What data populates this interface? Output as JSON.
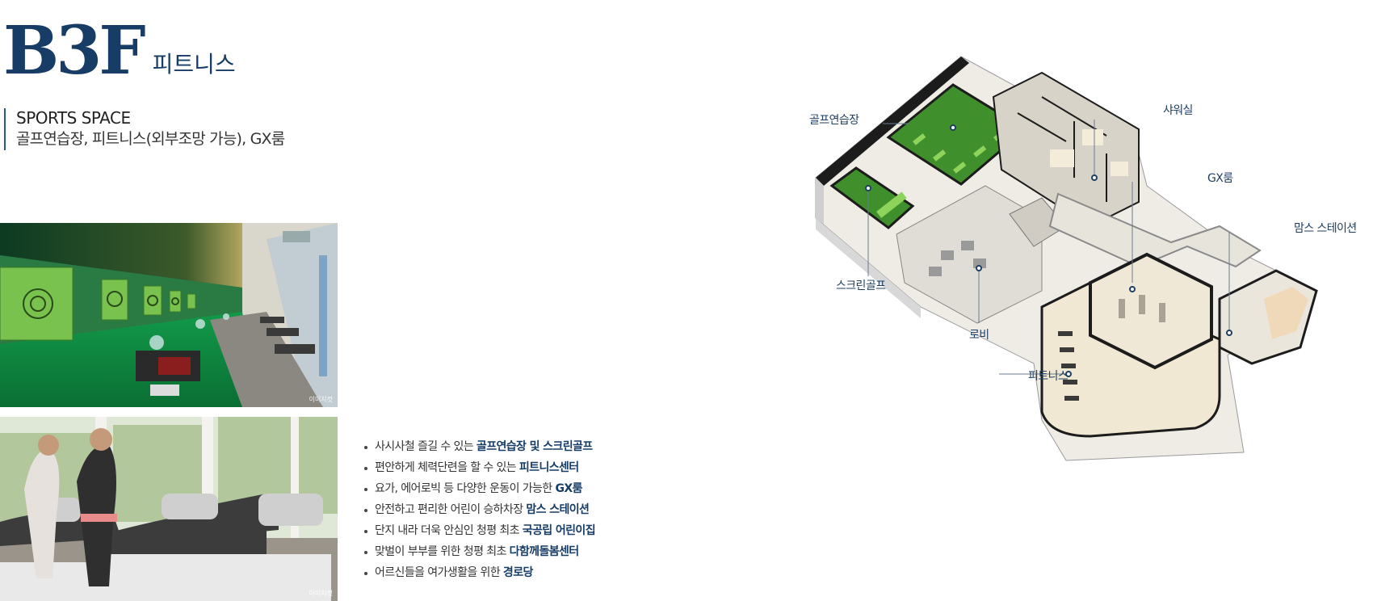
{
  "floor": {
    "code": "B3F",
    "name": "피트니스"
  },
  "subtitle": {
    "en": "SPORTS SPACE",
    "ko": "골프연습장, 피트니스(외부조망 가능), GX룸"
  },
  "photos": [
    {
      "label": "golf-range-photo",
      "note": "이미지컷"
    },
    {
      "label": "fitness-treadmill-photo",
      "note": "이미지컷"
    }
  ],
  "features": [
    {
      "text": "사시사철 즐길 수 있는 ",
      "highlight": "골프연습장 및 스크린골프"
    },
    {
      "text": "편안하게 체력단련을 할 수 있는 ",
      "highlight": "피트니스센터"
    },
    {
      "text": "요가, 에어로빅 등 다양한 운동이 가능한 ",
      "highlight": "GX룸"
    },
    {
      "text": "안전하고 편리한 어린이 승하차장 ",
      "highlight": "맘스 스테이션"
    },
    {
      "text": "단지 내라 더욱 안심인 청평 최초 ",
      "highlight": "국공립 어린이집"
    },
    {
      "text": "맞벌이 부부를 위한 청평 최초 ",
      "highlight": "다함께돌봄센터"
    },
    {
      "text": "어르신들을 여가생활을 위한 ",
      "highlight": "경로당"
    }
  ],
  "plan_labels": {
    "golf_range": "골프연습장",
    "shower": "샤워실",
    "gx_room": "GX룸",
    "moms_station": "맘스 스테이션",
    "screen_golf": "스크린골프",
    "lobby": "로비",
    "fitness": "피트니스"
  },
  "colors": {
    "brand_navy": "#173d67",
    "label_navy": "#1f3f63",
    "turf_green": "#3f8f2c"
  }
}
